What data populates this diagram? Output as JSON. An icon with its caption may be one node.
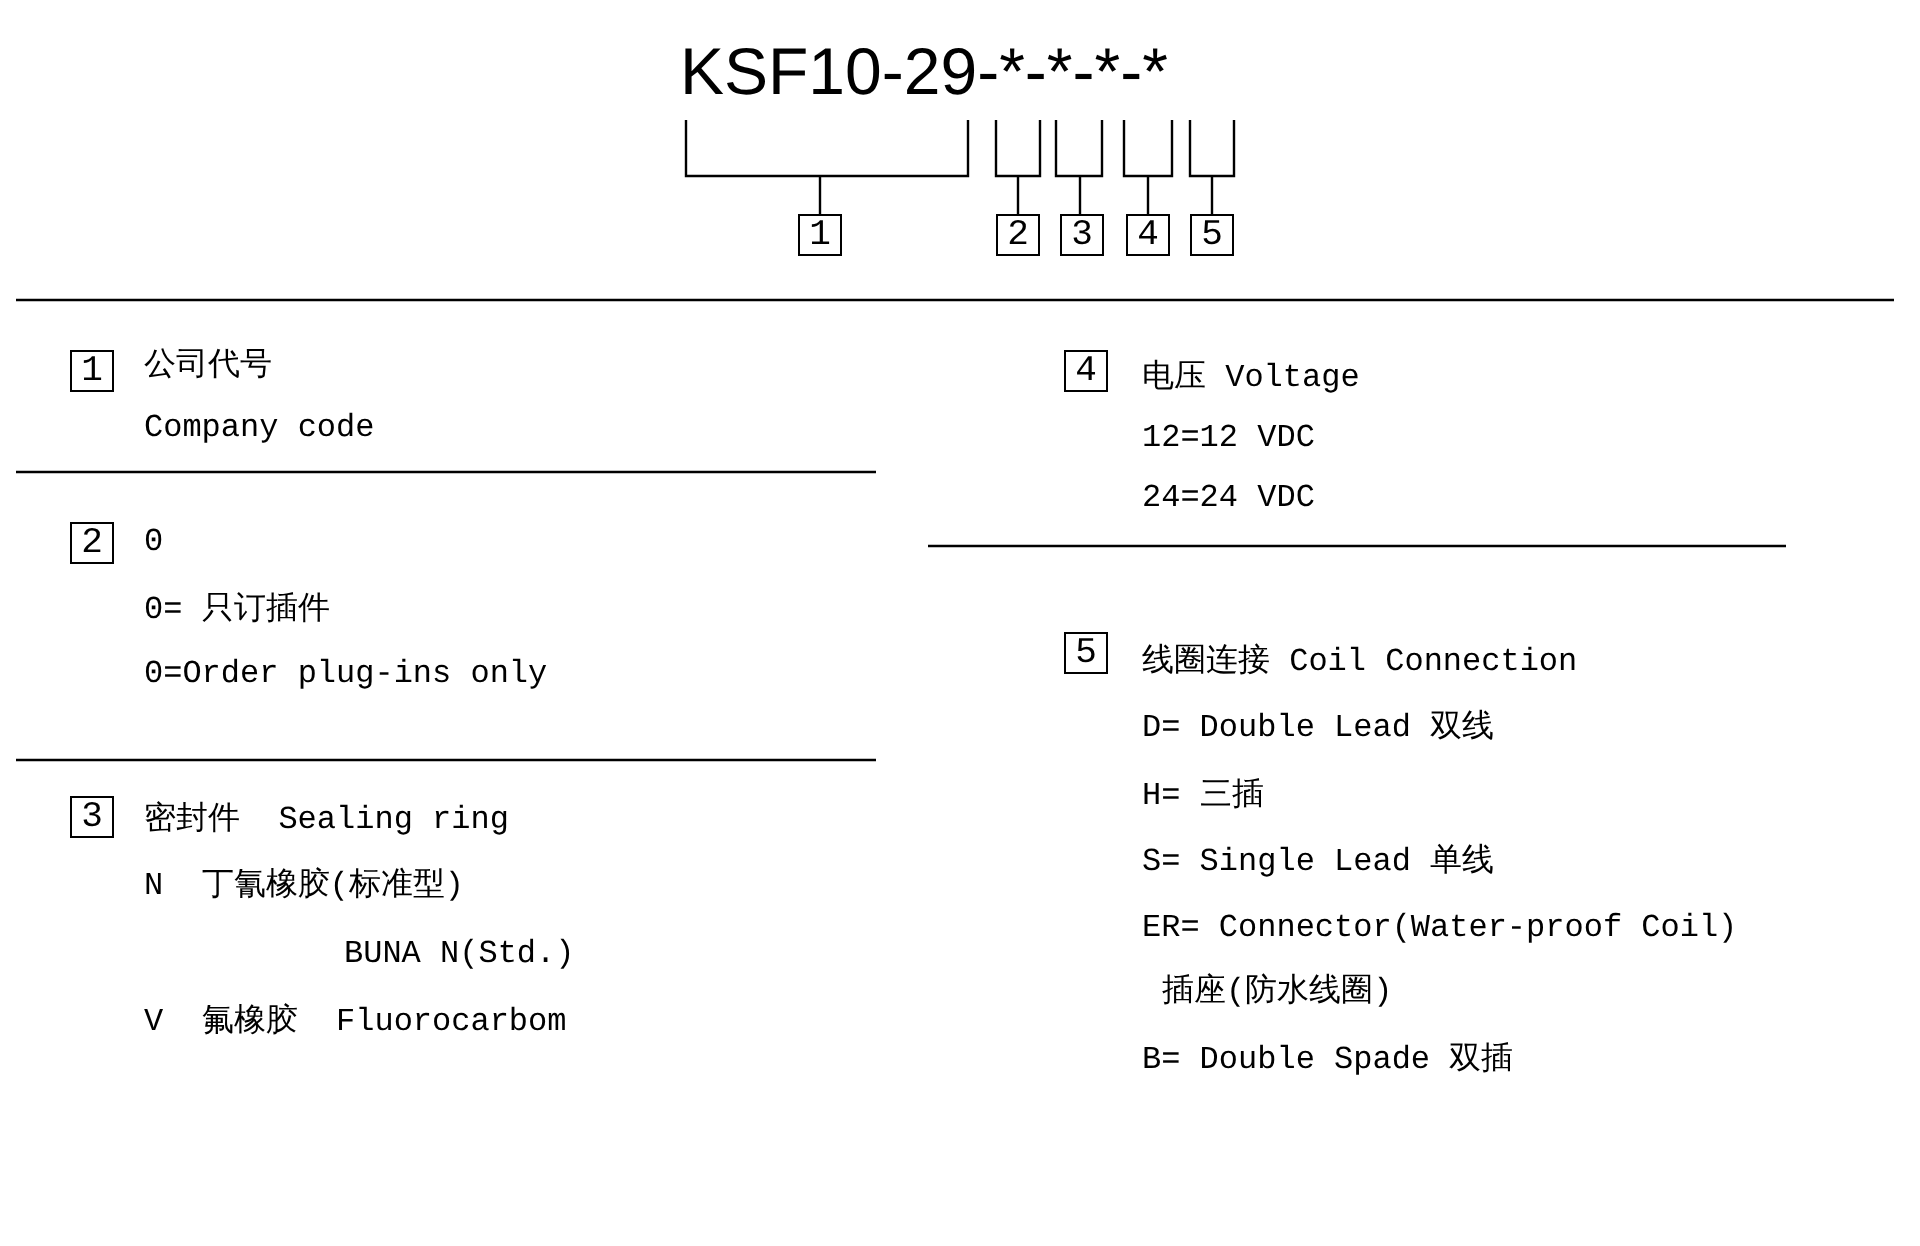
{
  "diagram": {
    "title": "KSF10-29-*-*-*-*",
    "nodes": [
      {
        "text": [
          "1"
        ]
      },
      {
        "text": [
          "2"
        ]
      },
      {
        "text": [
          "3"
        ]
      },
      {
        "text": [
          "4"
        ]
      },
      {
        "text": [
          "5"
        ]
      },
      {
        "text": [
          "1"
        ],
        "beside": [
          "公司代号",
          "Company code"
        ]
      },
      {
        "text": [
          "2"
        ],
        "beside": [
          "0",
          "0= 只订插件",
          "0=Order plug-ins only"
        ]
      },
      {
        "text": [
          "3"
        ],
        "beside": [
          "密封件  Sealing ring",
          "N  丁氰橡胶(标准型)",
          "BUNA N(Std.)",
          "V  氟橡胶  Fluorocarbom"
        ]
      },
      {
        "text": [
          "4"
        ],
        "beside": [
          "电压 Voltage",
          "12=12 VDC",
          "24=24 VDC"
        ]
      },
      {
        "text": [
          "5"
        ],
        "beside": [
          "线圈连接 Coil Connection",
          "D= Double Lead 双线",
          "H= 三插",
          "S= Single Lead 单线",
          "ER= Connector(Water-proof Coil)",
          "插座(防水线圈)",
          "B= Double Spade 双插"
        ]
      }
    ],
    "edges": []
  }
}
